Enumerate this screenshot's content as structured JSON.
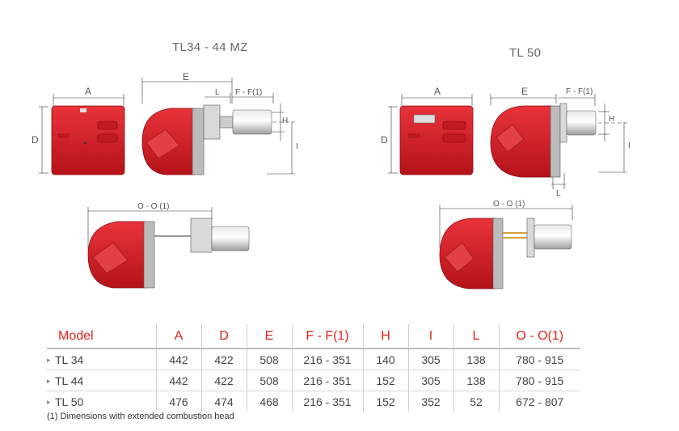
{
  "titles": {
    "left": "TL34  - 44 MZ",
    "right": "TL  50"
  },
  "dim_labels": {
    "A": "A",
    "D": "D",
    "E": "E",
    "L": "L",
    "F": "F - F(1)",
    "H": "H",
    "I": "I",
    "O": "O - O (1)"
  },
  "table": {
    "headers": [
      "Model",
      "A",
      "D",
      "E",
      "F - F(1)",
      "H",
      "I",
      "L",
      "O - O(1)"
    ],
    "rows": [
      [
        "TL 34",
        "442",
        "422",
        "508",
        "216 -  351",
        "140",
        "305",
        "138",
        "780 -  915"
      ],
      [
        "TL 44",
        "442",
        "422",
        "508",
        "216 -  351",
        "152",
        "305",
        "138",
        "780 -  915"
      ],
      [
        "TL 50",
        "476",
        "474",
        "468",
        "216 -  351",
        "152",
        "352",
        "52",
        "672 -  807"
      ]
    ]
  },
  "footnote": "(1) Dimensions with extended combustion head",
  "colors": {
    "accent": "#e1241e",
    "burner_red": "#d81f26"
  }
}
